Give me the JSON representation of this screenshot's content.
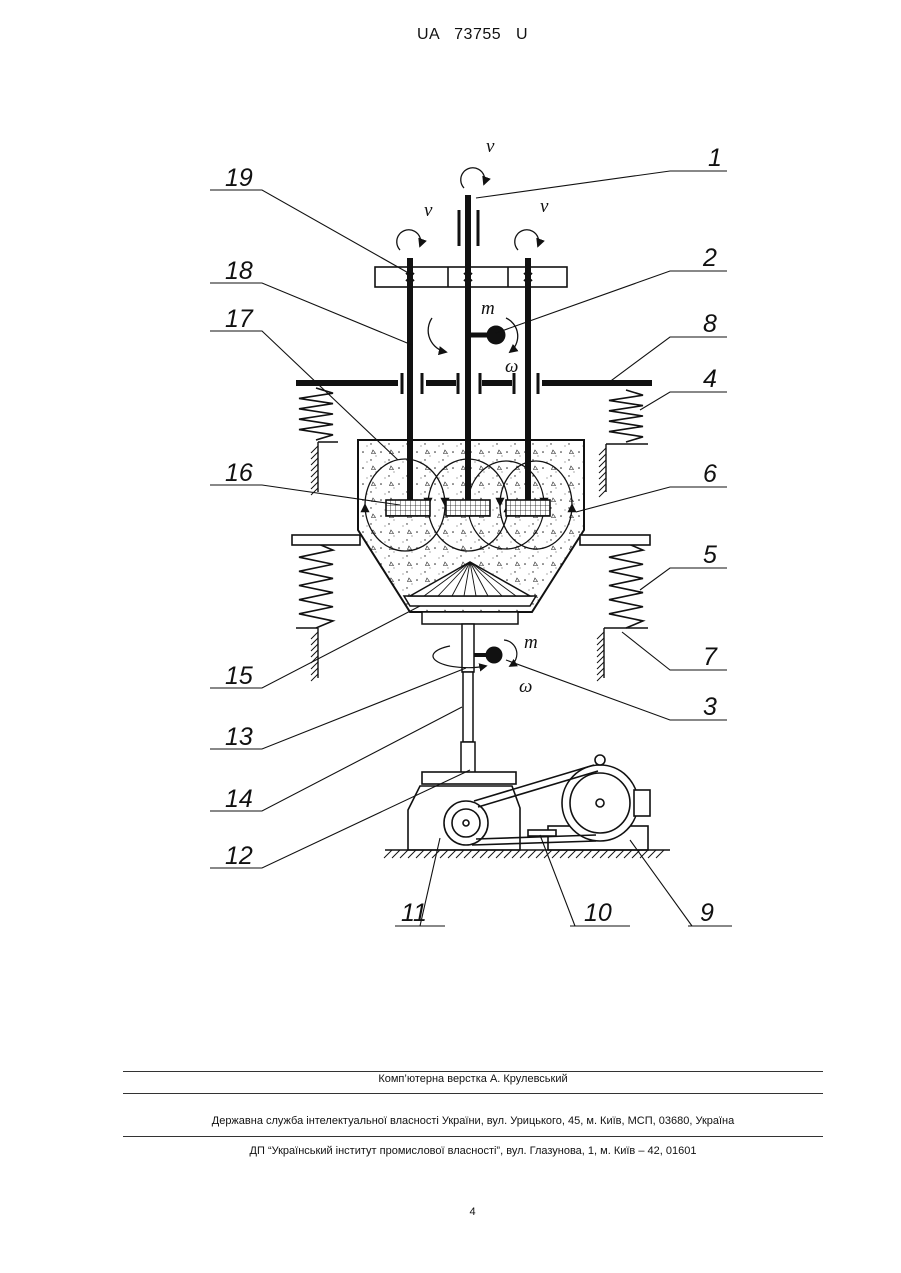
{
  "header": {
    "doc_number": "UA   73755   U"
  },
  "figure": {
    "labels": [
      "1",
      "19",
      "2",
      "18",
      "17",
      "8",
      "4",
      "16",
      "6",
      "5",
      "7",
      "15",
      "3",
      "13",
      "14",
      "12",
      "11",
      "10",
      "9"
    ],
    "symbols": {
      "velocity": "v",
      "mass": "m",
      "angular_velocity": "ω"
    }
  },
  "footer": {
    "typesetting": "Комп’ютерна верстка А. Крулевський",
    "office": "Державна служба інтелектуальної власності України, вул. Урицького, 45, м. Київ, МСП, 03680, Україна",
    "institute": "ДП “Український інститут промислової власності”, вул. Глазунова, 1, м. Київ – 42, 01601"
  },
  "page_number": "4"
}
